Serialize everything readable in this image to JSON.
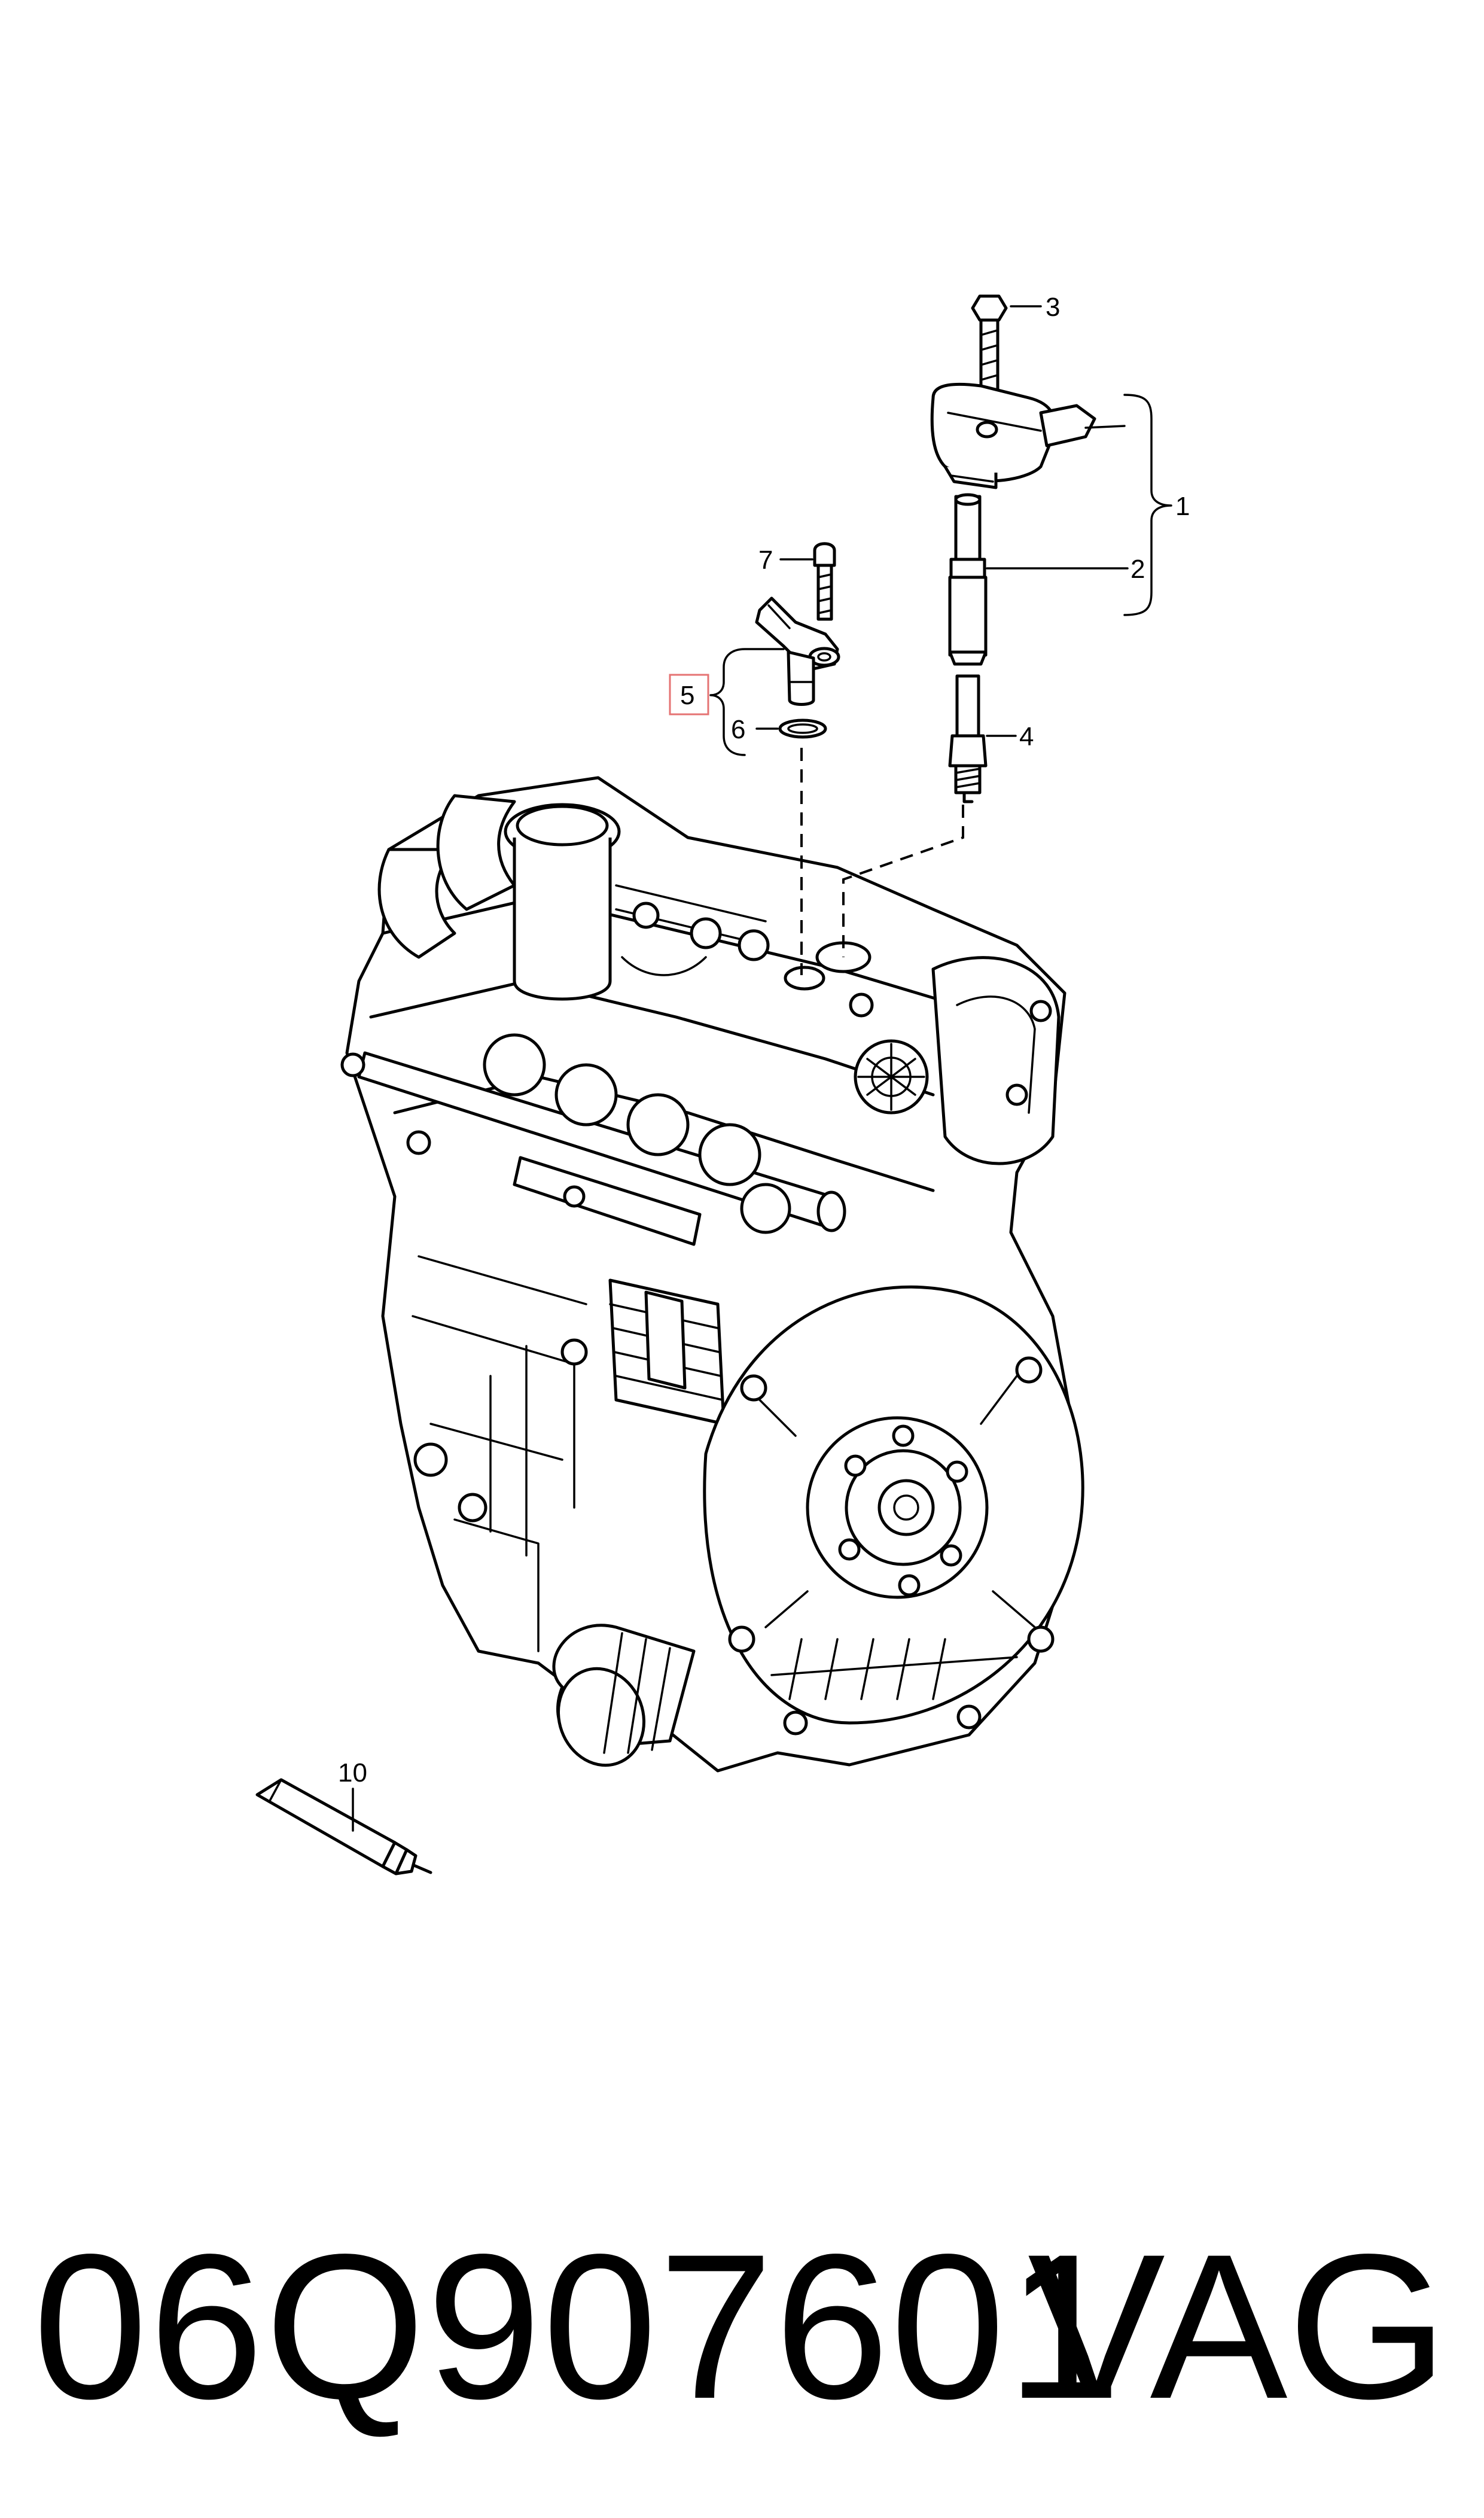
{
  "callouts": {
    "c1": "1",
    "c2": "2",
    "c3": "3",
    "c4": "4",
    "c5": "5",
    "c6": "6",
    "c7": "7",
    "c10": "10"
  },
  "highlight_color": "#e57373",
  "footer": {
    "part_number": "06Q907601",
    "brand": "VAG"
  }
}
